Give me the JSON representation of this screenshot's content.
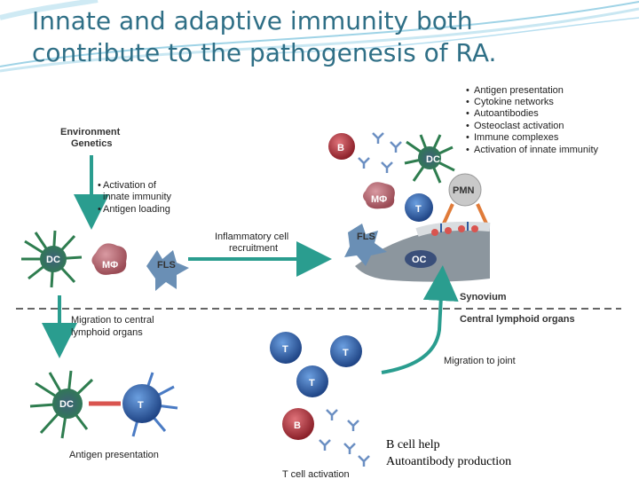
{
  "title": "Innate and adaptive immunity both contribute to the pathogenesis of RA.",
  "colors": {
    "title": "#2f6f86",
    "arrow": "#2a9d8f",
    "t_cell": "#2c5aa0",
    "b_cell": "#b5363e",
    "macrophage": "#b5606a",
    "dc": "#2e7d4f",
    "fls": "#6a8fb5",
    "synovium": "#8c969e"
  },
  "effects_list": [
    "Antigen presentation",
    "Cytokine networks",
    "Autoantibodies",
    "Osteoclast activation",
    "Immune complexes",
    "Activation of innate immunity"
  ],
  "environment_label": [
    "Environment",
    "Genetics"
  ],
  "innate_activation": [
    "Activation of",
    "innate immunity",
    "Antigen loading"
  ],
  "inflammatory_label": [
    "Inflammatory cell",
    "recruitment"
  ],
  "migration_central": [
    "Migration to central",
    "lymphoid organs"
  ],
  "synovium_label": "Synovium",
  "central_lymphoid_label": "Central lymphoid organs",
  "migration_joint": "Migration to joint",
  "antigen_presentation_label": "Antigen presentation",
  "t_cell_activation_label": "T cell activation",
  "cells": {
    "dc": "DC",
    "mphi": "MΦ",
    "fls": "FLS",
    "t": "T",
    "b": "B",
    "pmn": "PMN",
    "oc": "OC"
  },
  "captions": [
    "B cell help",
    "Autoantibody production"
  ]
}
